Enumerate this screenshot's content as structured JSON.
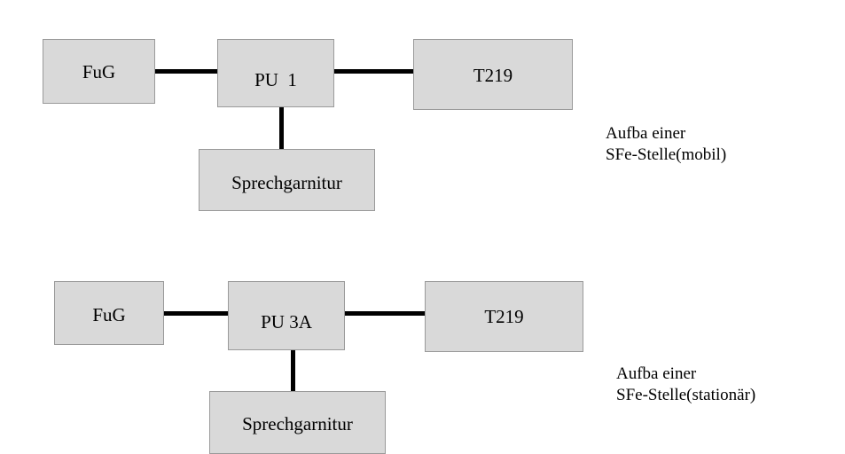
{
  "diagrams": [
    {
      "left_box": "FuG",
      "center_box": "PU  1",
      "right_box": "T219",
      "bottom_box": "Sprechgarnitur",
      "caption_line1": "Aufba einer",
      "caption_line2": "SFe-Stelle(mobil)"
    },
    {
      "left_box": "FuG",
      "center_box": "PU 3A",
      "right_box": "T219",
      "bottom_box": "Sprechgarnitur",
      "caption_line1": "Aufba einer",
      "caption_line2": "SFe-Stelle(stationär)"
    }
  ],
  "colors": {
    "box_fill": "#d9d9d9",
    "box_border": "#9a9a9a",
    "connector": "#000000"
  }
}
